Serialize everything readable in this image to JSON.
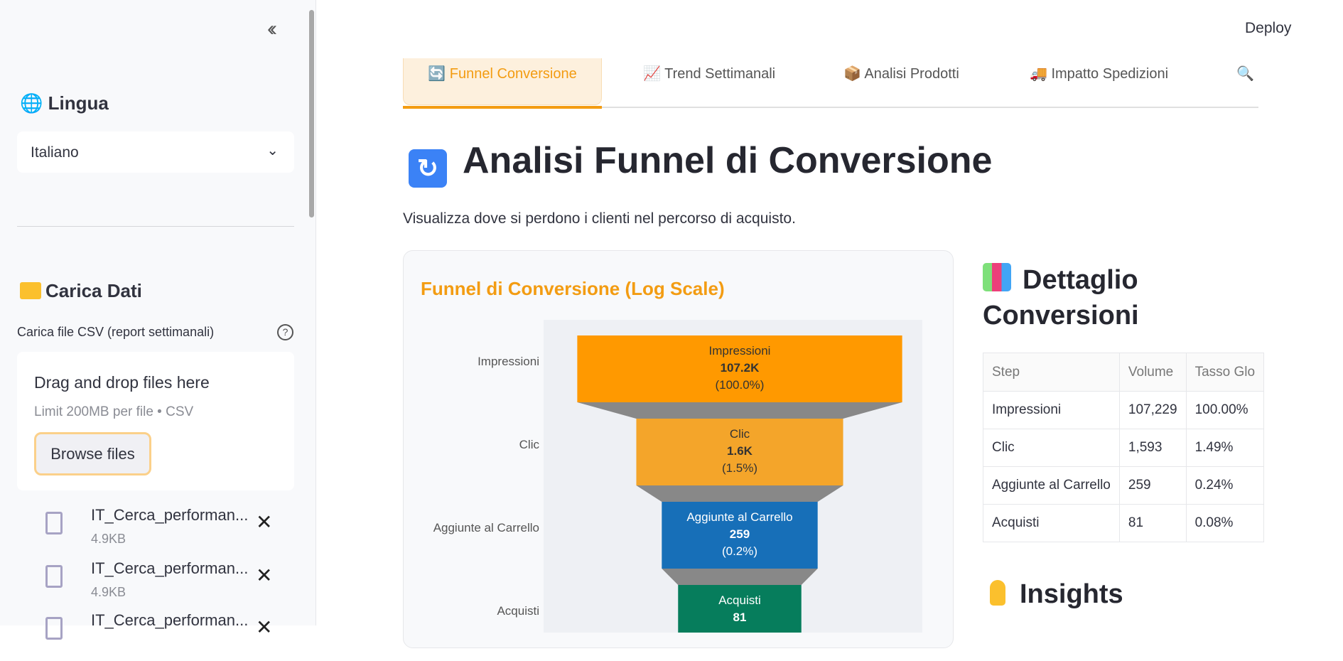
{
  "sidebar": {
    "collapse_icon": "double-chevron-left",
    "language": {
      "icon": "globe-icon",
      "title": "Lingua",
      "selected": "Italiano"
    },
    "upload": {
      "icon": "folder-icon",
      "title": "Carica Dati",
      "label": "Carica file CSV (report settimanali)",
      "drop_text": "Drag and drop files here",
      "limit_text": "Limit 200MB per file • CSV",
      "browse_label": "Browse files"
    },
    "files": [
      {
        "name": "IT_Cerca_performan...",
        "size": "4.9KB"
      },
      {
        "name": "IT_Cerca_performan...",
        "size": "4.9KB"
      },
      {
        "name": "IT_Cerca_performan...",
        "size": ""
      }
    ]
  },
  "header": {
    "deploy_label": "Deploy"
  },
  "tabs": [
    {
      "icon": "🔄",
      "label": "Funnel Conversione",
      "active": true
    },
    {
      "icon": "📈",
      "label": "Trend Settimanali"
    },
    {
      "icon": "📦",
      "label": "Analisi Prodotti"
    },
    {
      "icon": "🚚",
      "label": "Impatto Spedizioni"
    },
    {
      "icon": "🔍",
      "label": ""
    }
  ],
  "main": {
    "title_icon": "🔄",
    "title": "Analisi Funnel di Conversione",
    "subtitle": "Visualizza dove si perdono i clienti nel percorso di acquisto.",
    "detail_icon": "📊",
    "detail_title_1": "Dettaglio",
    "detail_title_2": "Conversioni",
    "insights_icon": "💡",
    "insights_title": "Insights",
    "table": {
      "headers": [
        "Step",
        "Volume",
        "Tasso Glo"
      ],
      "rows": [
        [
          "Impressioni",
          "107,229",
          "100.00%"
        ],
        [
          "Clic",
          "1,593",
          "1.49%"
        ],
        [
          "Aggiunte al Carrello",
          "259",
          "0.24%"
        ],
        [
          "Acquisti",
          "81",
          "0.08%"
        ]
      ]
    }
  },
  "chart_data": {
    "type": "funnel",
    "title": "Funnel di Conversione (Log Scale)",
    "scale": "log",
    "categories": [
      "Impressioni",
      "Clic",
      "Aggiunte al Carrello",
      "Acquisti"
    ],
    "values": [
      107229,
      1593,
      259,
      81
    ],
    "value_labels": [
      "107.2K",
      "1.6K",
      "259",
      "81"
    ],
    "percent_labels": [
      "(100.0%)",
      "(1.5%)",
      "(0.2%)",
      ""
    ],
    "colors": [
      "#ff9900",
      "#f4a52a",
      "#176fb8",
      "#067d5c"
    ],
    "connector_color": "#888888",
    "title_color": "#f39c12"
  }
}
